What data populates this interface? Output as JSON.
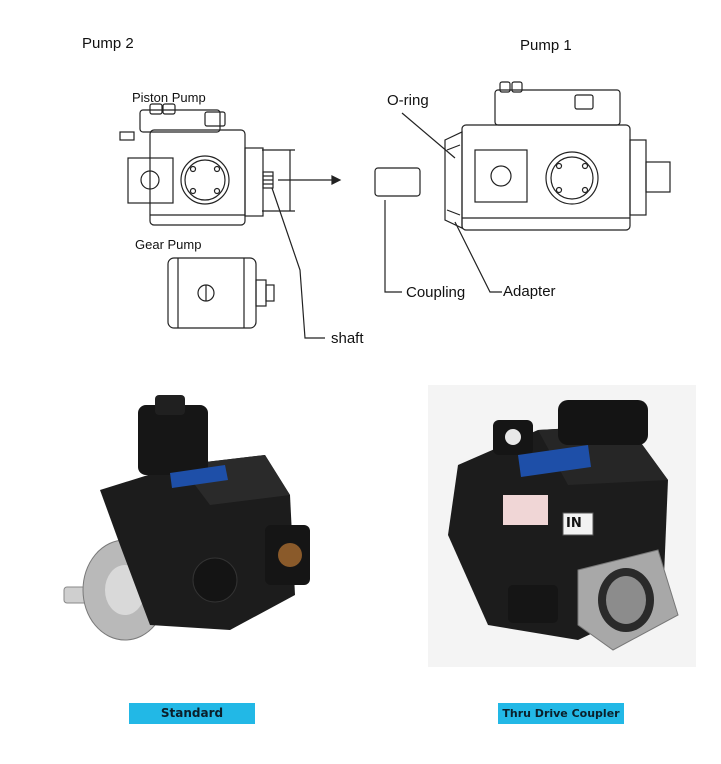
{
  "diagram": {
    "pump2_title": "Pump 2",
    "pump1_title": "Pump 1",
    "piston_pump": "Piston Pump",
    "gear_pump": "Gear Pump",
    "shaft": "shaft",
    "o_ring": "O-ring",
    "coupling": "Coupling",
    "adapter": "Adapter"
  },
  "photos": {
    "standard_label": "Standard",
    "thru_label": "Thru Drive Coupler",
    "nameplate_text": "IN"
  },
  "colors": {
    "badge": "#22b8e6",
    "pump_body": "#1c1c1c",
    "nameplate": "#1e4fa8",
    "flange": "#b9b9b9"
  }
}
